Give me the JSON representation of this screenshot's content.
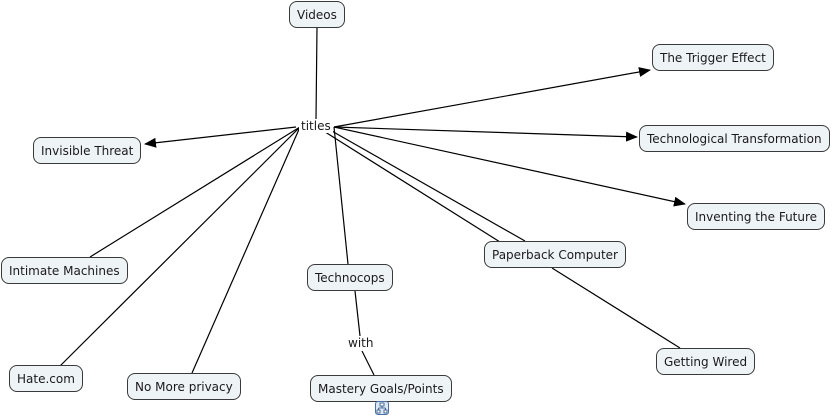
{
  "concept_map": {
    "center_label": "titles",
    "linking_phrase": "with",
    "nodes": [
      {
        "id": "videos",
        "label": "Videos"
      },
      {
        "id": "trigger",
        "label": "The Trigger Effect"
      },
      {
        "id": "techtrans",
        "label": "Technological Transformation"
      },
      {
        "id": "inventing",
        "label": "Inventing the Future"
      },
      {
        "id": "paperback",
        "label": "Paperback Computer"
      },
      {
        "id": "wired",
        "label": "Getting Wired"
      },
      {
        "id": "invisible",
        "label": "Invisible Threat"
      },
      {
        "id": "intimate",
        "label": "Intimate Machines"
      },
      {
        "id": "hate",
        "label": "Hate.com"
      },
      {
        "id": "privacy",
        "label": "No More privacy"
      },
      {
        "id": "technocops",
        "label": "Technocops"
      },
      {
        "id": "mastery",
        "label": "Mastery Goals/Points"
      }
    ],
    "connections": [
      {
        "from": "videos",
        "to": "titles",
        "arrow": false
      },
      {
        "from": "titles",
        "to": "trigger",
        "arrow": true
      },
      {
        "from": "titles",
        "to": "techtrans",
        "arrow": true
      },
      {
        "from": "titles",
        "to": "inventing",
        "arrow": true
      },
      {
        "from": "titles",
        "to": "invisible",
        "arrow": true
      },
      {
        "from": "titles",
        "to": "paperback",
        "arrow": false
      },
      {
        "from": "titles",
        "to": "wired",
        "arrow": false
      },
      {
        "from": "titles",
        "to": "intimate",
        "arrow": false
      },
      {
        "from": "titles",
        "to": "hate",
        "arrow": false
      },
      {
        "from": "titles",
        "to": "privacy",
        "arrow": false
      },
      {
        "from": "titles",
        "to": "technocops",
        "arrow": false
      },
      {
        "from": "technocops",
        "to": "with",
        "arrow": false
      },
      {
        "from": "with",
        "to": "mastery",
        "arrow": false
      }
    ],
    "submap_icon": "submap-icon"
  }
}
